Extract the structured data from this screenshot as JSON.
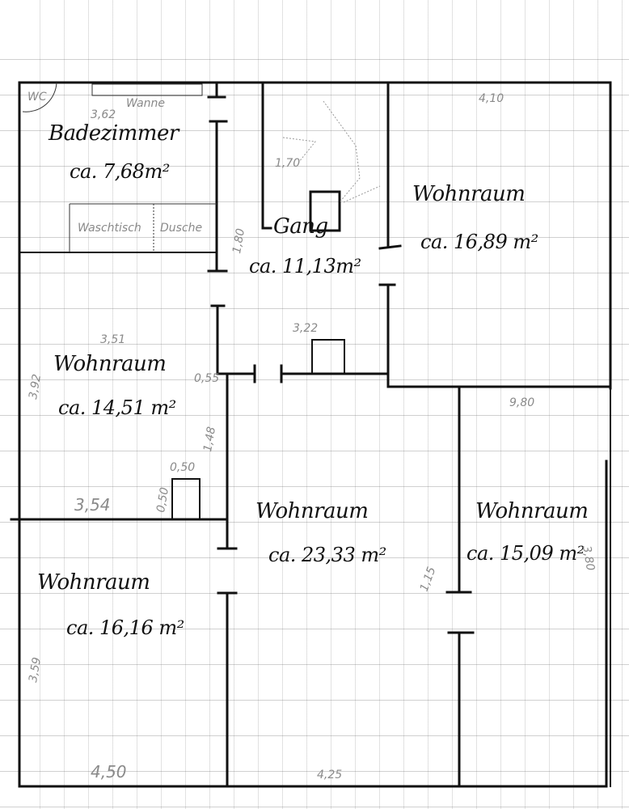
{
  "plan": {
    "type": "hand-drawn floor plan on graph paper",
    "wall_color": "#111111",
    "pencil_color": "#8a8a8a",
    "paper_color": "#ffffff"
  },
  "rooms": [
    {
      "id": "bad",
      "name": "Badezimmer",
      "area": "ca. 7,68m²",
      "fixtures": [
        "WC",
        "Wanne",
        "Waschtisch",
        "Dusche"
      ]
    },
    {
      "id": "gang",
      "name": "Gang",
      "area": "ca. 11,13m²"
    },
    {
      "id": "wohn-ne",
      "name": "Wohnraum",
      "area": "ca. 16,89 m²"
    },
    {
      "id": "wohn-w",
      "name": "Wohnraum",
      "area": "ca. 14,51 m²"
    },
    {
      "id": "wohn-c",
      "name": "Wohnraum",
      "area": "ca. 23,33 m²"
    },
    {
      "id": "wohn-e",
      "name": "Wohnraum",
      "area": "ca. 15,09 m²"
    },
    {
      "id": "wohn-sw",
      "name": "Wohnraum",
      "area": "ca. 16,16 m²"
    }
  ],
  "annotations": {
    "wc": "WC",
    "wanne": "Wanne",
    "bad_dim": "3,62",
    "waschtisch": "Waschtisch",
    "dusche": "Dusche",
    "top_right_dim": "4,10",
    "stairs_dim": "1,70",
    "chimney_dim": "3,22",
    "mid_right_dim": "9,80",
    "w_room_dim_top": "3,51",
    "w_room_side": "3,92",
    "w_room_bottom": "3,54",
    "column_dim": "0,50",
    "column_side": "0,50",
    "corr_side": "1,80",
    "wall_small": "0,55",
    "wall_long": "1,48",
    "sw_side": "3,59",
    "sw_bottom": "4,50",
    "c_bottom": "4,25",
    "e_side": "3,80",
    "door_dim": "1,15"
  }
}
